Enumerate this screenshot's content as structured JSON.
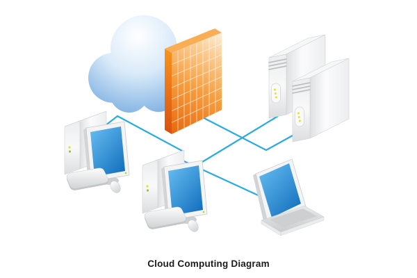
{
  "caption": {
    "text": "Cloud Computing Diagram"
  },
  "diagram": {
    "nodes": [
      {
        "id": "cloud",
        "icon": "cloud-icon"
      },
      {
        "id": "firewall",
        "icon": "firewall-icon"
      },
      {
        "id": "server-1",
        "icon": "server-tower-icon"
      },
      {
        "id": "server-2",
        "icon": "server-tower-icon"
      },
      {
        "id": "desktop-1",
        "icon": "desktop-computer-icon"
      },
      {
        "id": "desktop-2",
        "icon": "desktop-computer-icon"
      },
      {
        "id": "laptop",
        "icon": "laptop-icon"
      }
    ],
    "connections": [
      {
        "from": "desktop-1",
        "to": "desktop-2"
      },
      {
        "from": "desktop-2",
        "to": "laptop"
      },
      {
        "from": "server-1",
        "to": "desktop-2"
      },
      {
        "from": "firewall",
        "to": "server-2"
      }
    ]
  },
  "colors": {
    "connection_line": "#29ABE2",
    "cloud_highlight": "#FFFFFF",
    "cloud_mid": "#D9EAF9",
    "cloud_edge_blue": "#77ACE0",
    "screen_blue_light": "#68BFF2",
    "screen_blue_dark": "#1470BE",
    "firewall_orange_deep": "#E8680D",
    "firewall_orange_mid": "#F59E3F",
    "firewall_orange_light": "#FBCE96",
    "firewall_orange_pale": "#FEEFD9",
    "firewall_side_top": "#F7941E",
    "firewall_side_bottom": "#D9510E",
    "firewall_top_face": "#F9AE55",
    "led_yellow": "#E0E32B",
    "led_green": "#8CC63F",
    "caption_text": "#1C1C1C"
  }
}
